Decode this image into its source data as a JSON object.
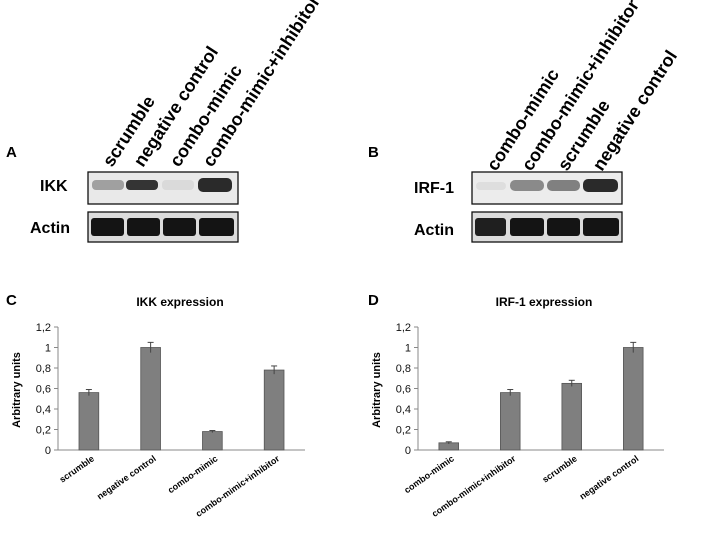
{
  "panels": {
    "A": {
      "letter": "A",
      "lanes": [
        "scrumble",
        "negative control",
        "combo-mimic",
        "combo-mimic+inhibitor"
      ],
      "blots": [
        {
          "label": "IKK",
          "bands": [
            0.35,
            0.85,
            0.08,
            0.9
          ]
        },
        {
          "label": "Actin",
          "bands": [
            1.0,
            1.0,
            1.0,
            1.0
          ]
        }
      ]
    },
    "B": {
      "letter": "B",
      "lanes": [
        "combo-mimic",
        "combo-mimic+inhibitor",
        "scrumble",
        "negative control"
      ],
      "blots": [
        {
          "label": "IRF-1",
          "bands": [
            0.06,
            0.45,
            0.5,
            0.9
          ]
        },
        {
          "label": "Actin",
          "bands": [
            0.95,
            1.0,
            1.0,
            1.0
          ]
        }
      ]
    },
    "C": {
      "letter": "C"
    },
    "D": {
      "letter": "D"
    }
  },
  "chart_data": [
    {
      "type": "bar",
      "title": "IKK expression",
      "xlabel": "",
      "ylabel": "Arbitrary units",
      "categories": [
        "scrumble",
        "negative control",
        "combo-mimic",
        "combo-mimic+inhibitor"
      ],
      "values": [
        0.56,
        1.0,
        0.18,
        0.78
      ],
      "errors": [
        0.03,
        0.05,
        0.01,
        0.04
      ],
      "ylim": [
        0,
        1.2
      ],
      "yticks": [
        "0",
        "0,2",
        "0,4",
        "0,6",
        "0,8",
        "1",
        "1,2"
      ],
      "bar_color": "#7f7f7f",
      "grid": false
    },
    {
      "type": "bar",
      "title": "IRF-1 expression",
      "xlabel": "",
      "ylabel": "Arbitrary units",
      "categories": [
        "combo-mimic",
        "combo-mimic+inhibitor",
        "scrumble",
        "negative control"
      ],
      "values": [
        0.07,
        0.56,
        0.65,
        1.0
      ],
      "errors": [
        0.01,
        0.03,
        0.03,
        0.05
      ],
      "ylim": [
        0,
        1.2
      ],
      "yticks": [
        "0",
        "0,2",
        "0,4",
        "0,6",
        "0,8",
        "1",
        "1,2"
      ],
      "bar_color": "#7f7f7f",
      "grid": false
    }
  ]
}
